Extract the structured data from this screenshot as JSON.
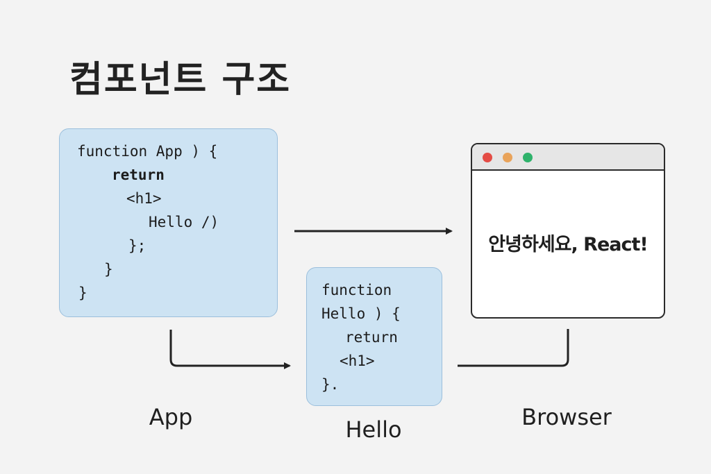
{
  "title": "컴포넌트 구조",
  "app_code": {
    "lines": [
      "function App ) {",
      "return",
      "<h1>",
      "Hello /)",
      "};",
      "}",
      "}"
    ]
  },
  "hello_code": {
    "lines": [
      "function",
      "Hello ) {",
      "return",
      "<h1>",
      "}."
    ]
  },
  "browser": {
    "content": "안녕하세요, React!",
    "dot_colors": [
      "#e44c45",
      "#e9a35a",
      "#2fb26b"
    ]
  },
  "labels": {
    "app": "App",
    "hello": "Hello",
    "browser": "Browser"
  },
  "colors": {
    "code_box_bg": "#cde3f3",
    "code_box_border": "#9bbfdc",
    "line_color": "#222222"
  }
}
